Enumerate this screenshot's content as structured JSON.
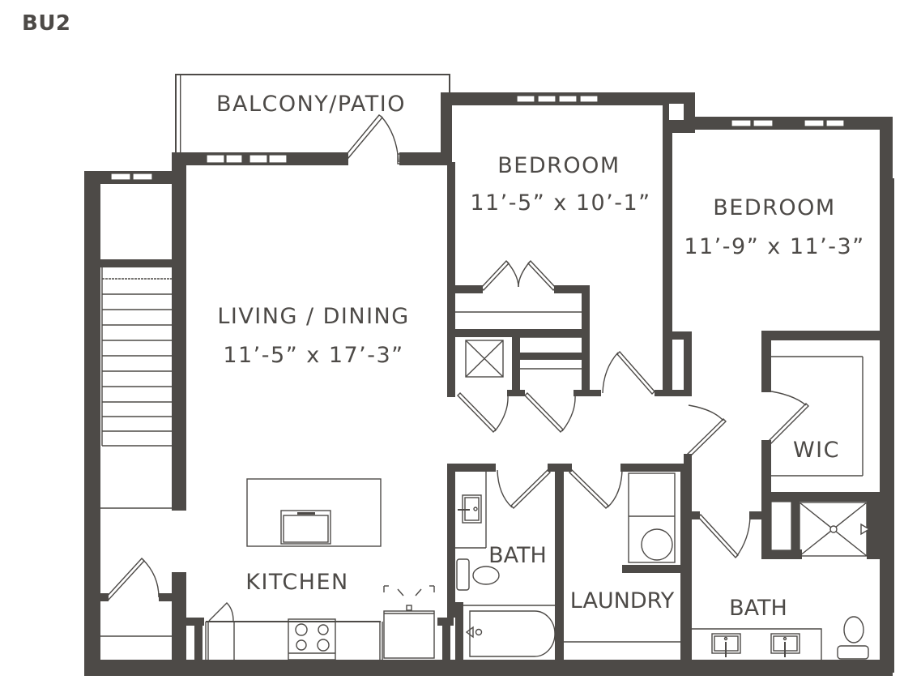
{
  "plan": {
    "title": "BU2",
    "wall_color": "#4d4a47",
    "background_color": "#ffffff"
  },
  "rooms": {
    "balcony": {
      "name": "BALCONY/PATIO"
    },
    "bedroom1": {
      "name": "BEDROOM",
      "dimensions": "11’-5” x 10’-1”"
    },
    "bedroom2": {
      "name": "BEDROOM",
      "dimensions": "11’-9” x 11’-3”"
    },
    "living": {
      "name": "LIVING / DINING",
      "dimensions": "11’-5” x 17’-3”"
    },
    "kitchen": {
      "name": "KITCHEN"
    },
    "bath1": {
      "name": "BATH"
    },
    "laundry": {
      "name": "LAUNDRY"
    },
    "bath2": {
      "name": "BATH"
    },
    "wic": {
      "name": "WIC"
    }
  }
}
